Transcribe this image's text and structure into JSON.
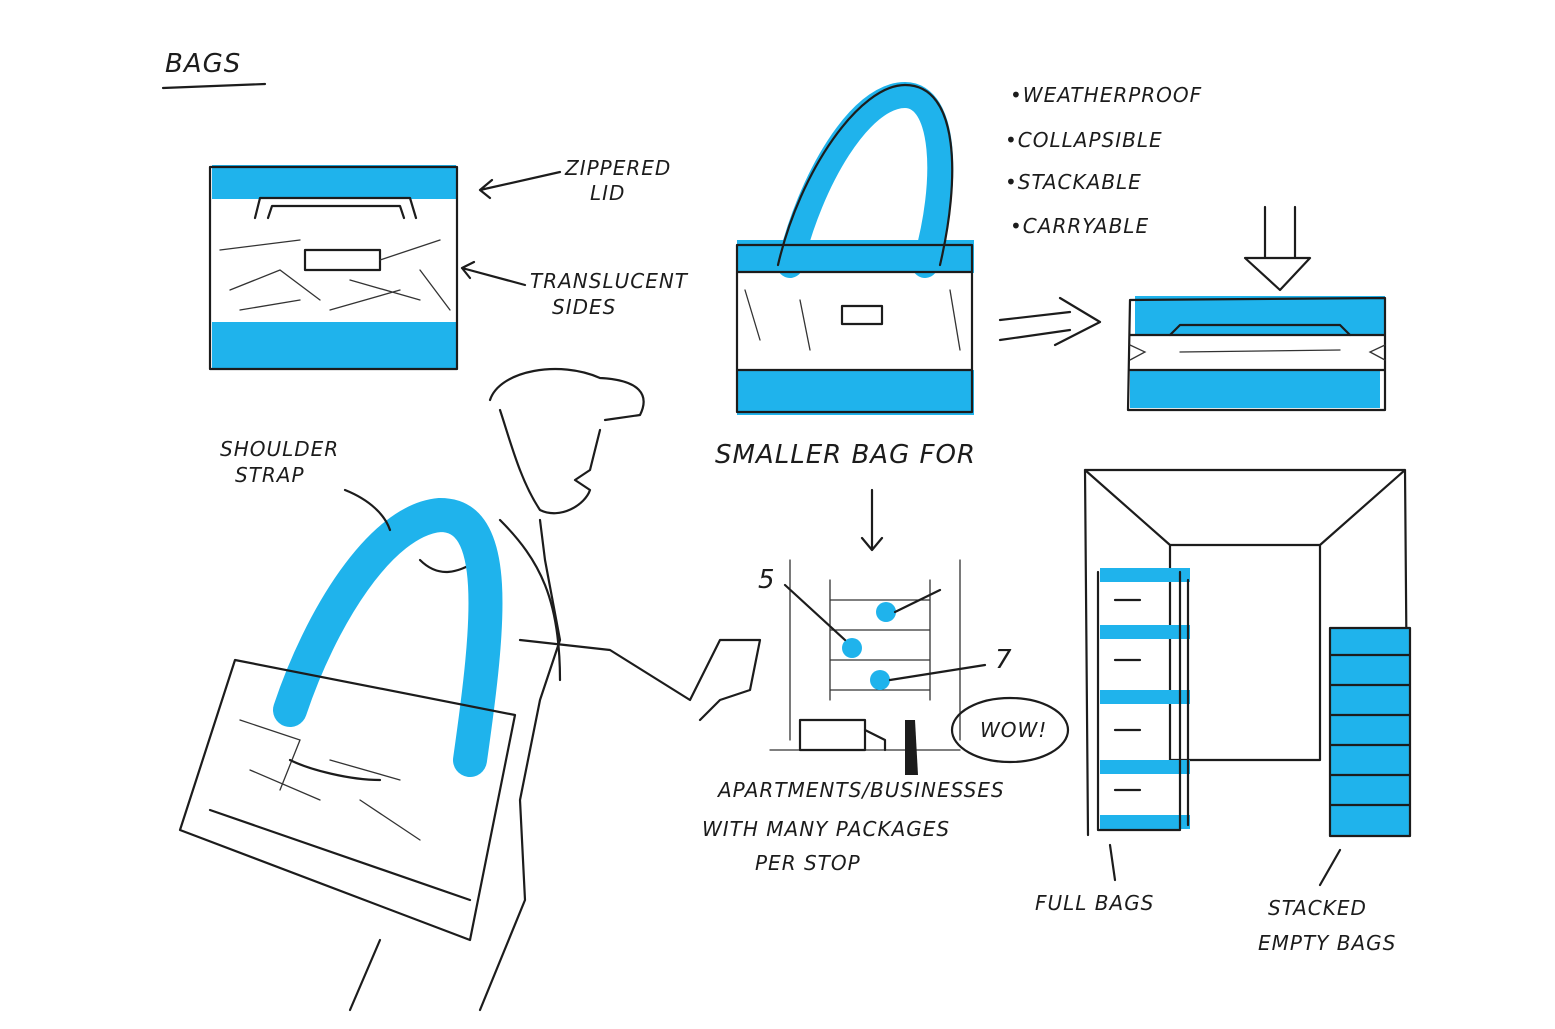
{
  "title": "BAGS",
  "labels": {
    "zippered": [
      "ZIPPERED",
      "LID"
    ],
    "translucent": [
      "TRANSLUCENT",
      "SIDES"
    ],
    "features": [
      "•WEATHERPROOF",
      "•COLLAPSIBLE",
      "•STACKABLE",
      "•CARRYABLE"
    ],
    "shoulder": [
      "SHOULDER",
      "STRAP"
    ],
    "smaller": "SMALLER  BAG  FOR",
    "apartments": [
      "APARTMENTS/BUSINESSES",
      "WITH MANY PACKAGES",
      "PER STOP"
    ],
    "num5": "5",
    "num7": "7",
    "wow": "WOW!",
    "full_bags": "FULL BAGS",
    "stacked": [
      "STACKED",
      "EMPTY BAGS"
    ]
  },
  "colors": {
    "accent": "#1fb3ec",
    "ink": "#1c1c1c"
  }
}
